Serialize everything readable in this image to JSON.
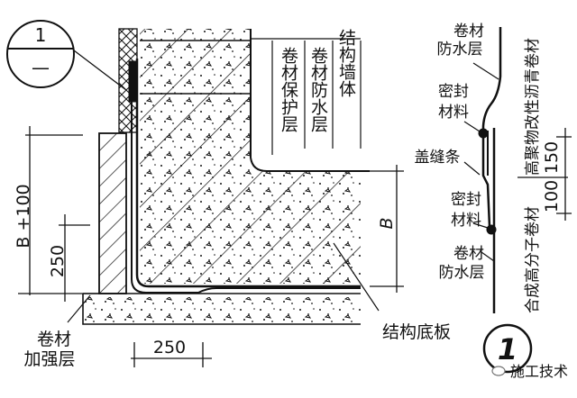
{
  "detail_marker": {
    "top": "1",
    "bottom": "—"
  },
  "layer_labels": [
    "结构墙体",
    "卷材防水层",
    "卷材保护层"
  ],
  "left_labels": {
    "reinforce_line1": "卷材",
    "reinforce_line2": "加强层"
  },
  "dimensions": {
    "b_plus": "B +100",
    "d250_vertical": "250",
    "d250_horizontal": "250",
    "b": "B",
    "d150": "150",
    "d100": "100"
  },
  "base_label": "结构底板",
  "detail": {
    "top_membrane": [
      "卷材",
      "防水层"
    ],
    "seal_top": [
      "密封",
      "材料"
    ],
    "cover_strip": "盖缝条",
    "seal_bottom": [
      "密封",
      "材料"
    ],
    "bottom_membrane": [
      "卷材",
      "防水层"
    ],
    "vertical_upper": "高聚物改性沥青卷材",
    "vertical_lower": "合成高分子卷材"
  },
  "figure_number": "1",
  "watermark": "施工技术"
}
